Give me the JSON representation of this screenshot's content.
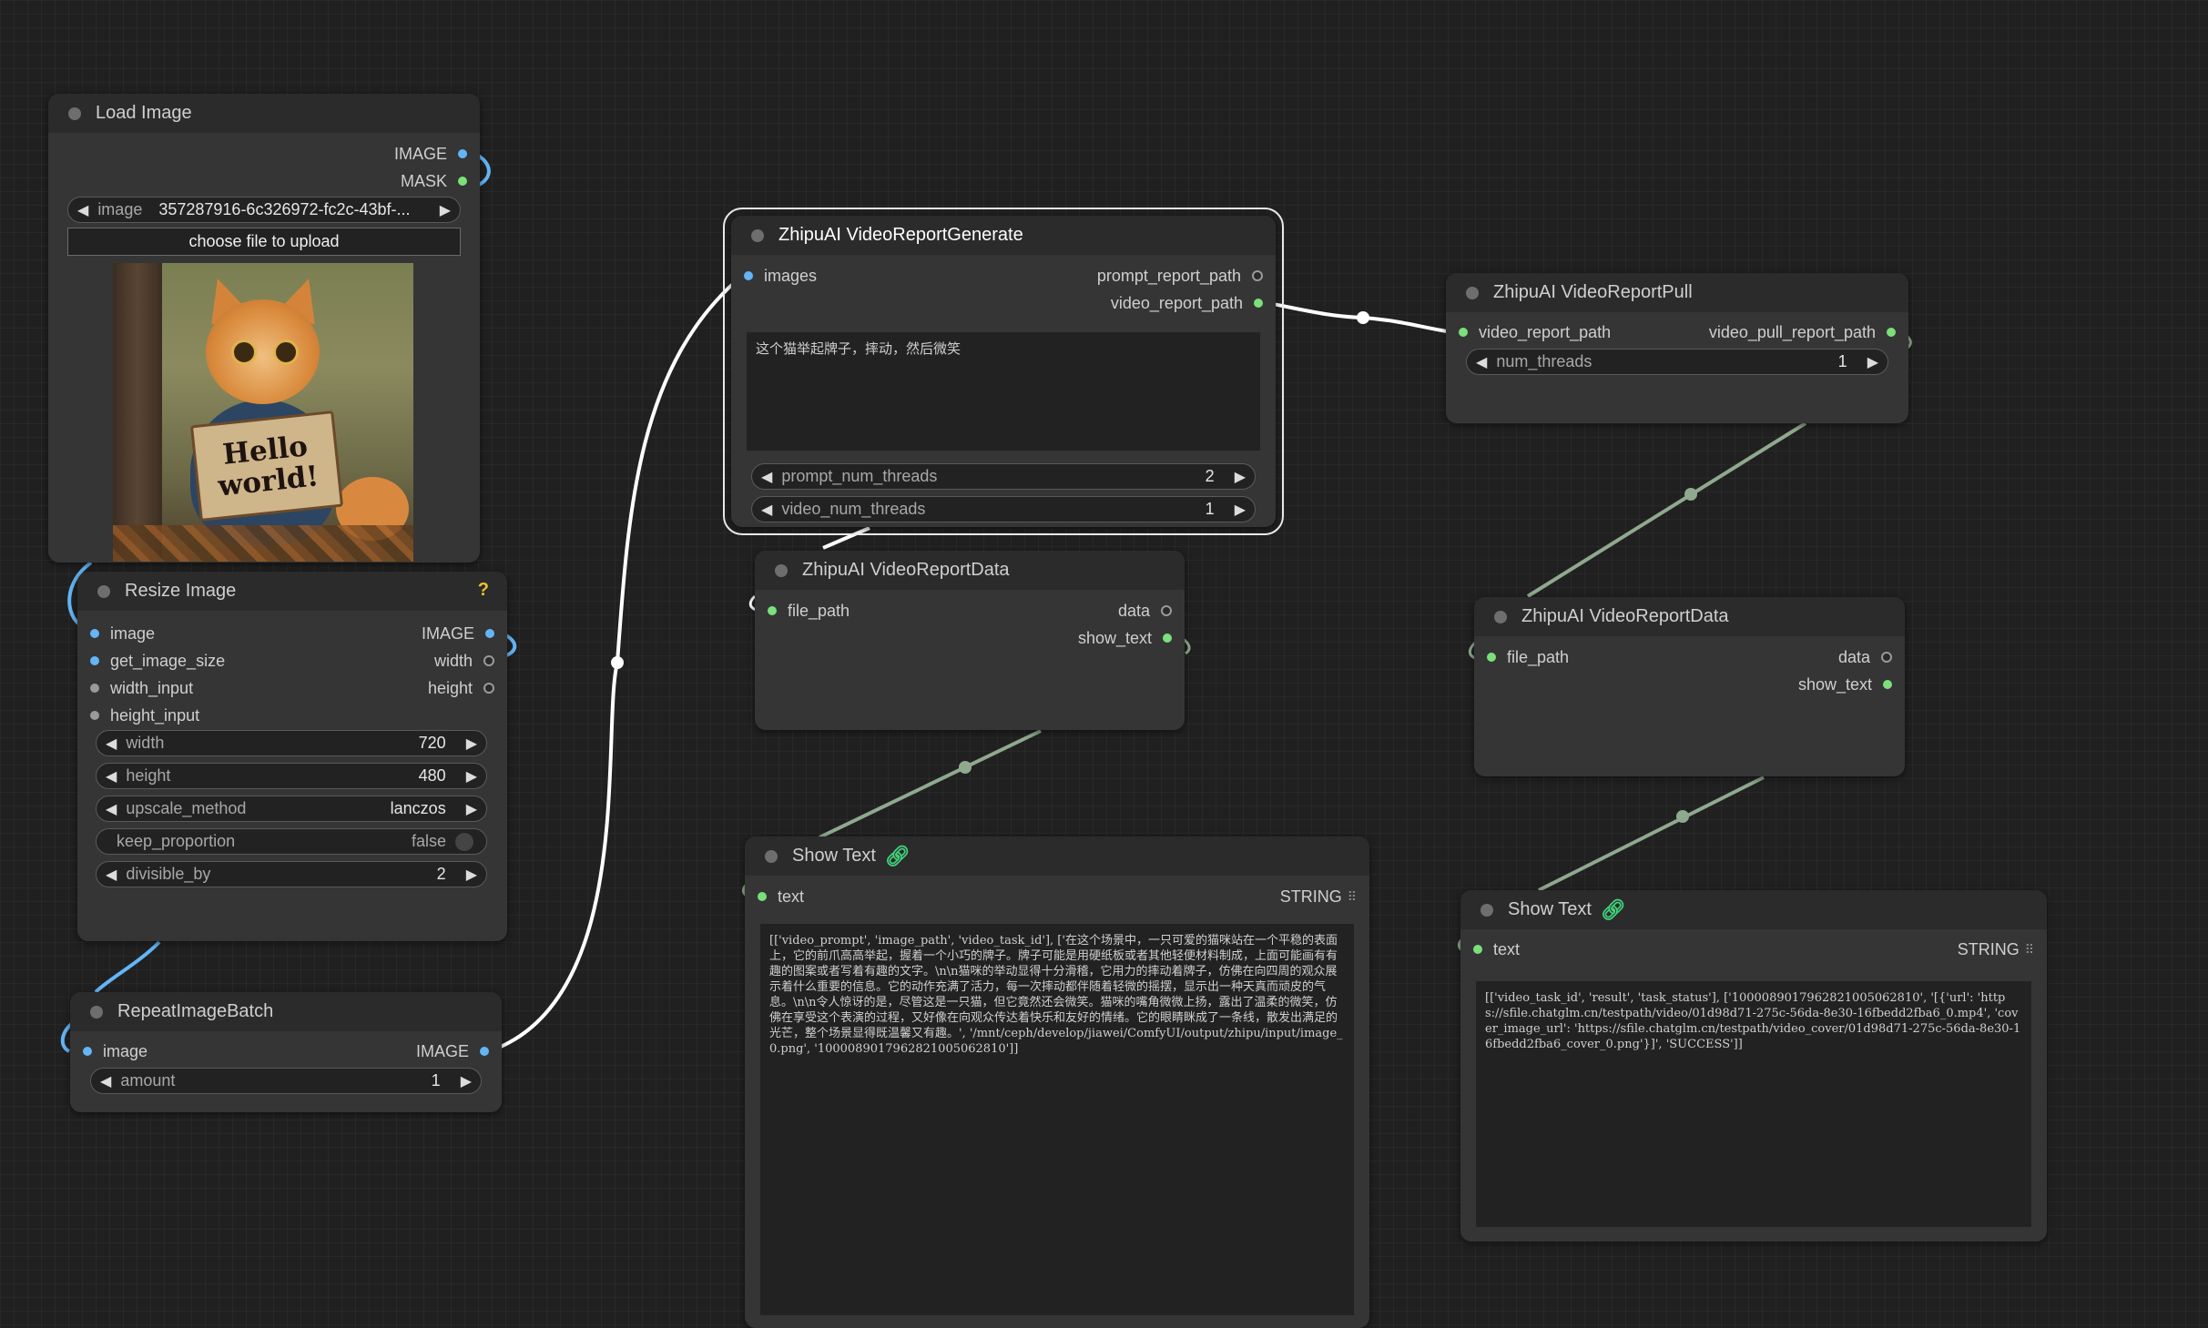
{
  "colors": {
    "wire_image": "#64b5f6",
    "wire_string": "#ffffff",
    "wire_data": "#8fa98f",
    "slot_green": "#7be07b",
    "slot_blue": "#64b5f6",
    "canvas_bg": "#202020"
  },
  "load_image": {
    "title": "Load Image",
    "out_image": "IMAGE",
    "out_mask": "MASK",
    "image_label": "image",
    "image_value": "357287916-6c326972-fc2c-43bf-...",
    "upload_label": "choose file to upload",
    "preview_text_line1": "Hello",
    "preview_text_line2": "world!"
  },
  "resize_image": {
    "title": "Resize Image",
    "help_badge": "?",
    "inputs": [
      "image",
      "get_image_size",
      "width_input",
      "height_input"
    ],
    "outputs": [
      "IMAGE",
      "width",
      "height"
    ],
    "widgets": [
      {
        "label": "width",
        "value": "720"
      },
      {
        "label": "height",
        "value": "480"
      },
      {
        "label": "upscale_method",
        "value": "lanczos"
      },
      {
        "label": "keep_proportion",
        "value": "false"
      },
      {
        "label": "divisible_by",
        "value": "2"
      }
    ]
  },
  "repeat_batch": {
    "title": "RepeatImageBatch",
    "in_image": "image",
    "out_image": "IMAGE",
    "amount_label": "amount",
    "amount_value": "1"
  },
  "report_generate": {
    "title": "ZhipuAI VideoReportGenerate",
    "in_images": "images",
    "out_prompt": "prompt_report_path",
    "out_video": "video_report_path",
    "prompt_text": "这个猫举起牌子，摔动，然后微笑",
    "w1_label": "prompt_num_threads",
    "w1_value": "2",
    "w2_label": "video_num_threads",
    "w2_value": "1"
  },
  "report_pull": {
    "title": "ZhipuAI VideoReportPull",
    "in_path": "video_report_path",
    "out_path": "video_pull_report_path",
    "w_label": "num_threads",
    "w_value": "1"
  },
  "report_data_1": {
    "title": "ZhipuAI VideoReportData",
    "in_path": "file_path",
    "out_data": "data",
    "out_show": "show_text"
  },
  "report_data_2": {
    "title": "ZhipuAI VideoReportData",
    "in_path": "file_path",
    "out_data": "data",
    "out_show": "show_text"
  },
  "show_text_1": {
    "title": "Show Text",
    "in_text": "text",
    "out_type": "STRING",
    "content": "[['video_prompt', 'image_path', 'video_task_id'], ['在这个场景中，一只可爱的猫咪站在一个平稳的表面上，它的前爪高高举起，握着一个小巧的牌子。牌子可能是用硬纸板或者其他轻便材料制成，上面可能画有有趣的图案或者写着有趣的文字。\\n\\n猫咪的举动显得十分滑稽，它用力的摔动着牌子，仿佛在向四周的观众展示着什么重要的信息。它的动作充满了活力，每一次摔动都伴随着轻微的摇摆，显示出一种天真而顽皮的气息。\\n\\n令人惊讶的是，尽管这是一只猫，但它竟然还会微笑。猫咪的嘴角微微上扬，露出了温柔的微笑，仿佛在享受这个表演的过程，又好像在向观众传达着快乐和友好的情绪。它的眼睛眯成了一条线，散发出满足的光芒，整个场景显得既温馨又有趣。', '/mnt/ceph/develop/jiawei/ComfyUI/output/zhipu/input/image_0.png', '1000089017962821005062810']]"
  },
  "show_text_2": {
    "title": "Show Text",
    "in_text": "text",
    "out_type": "STRING",
    "content": "[['video_task_id', 'result', 'task_status'], ['1000089017962821005062810', '[{'url': 'https://sfile.chatglm.cn/testpath/video/01d98d71-275c-56da-8e30-16fbedd2fba6_0.mp4', 'cover_image_url': 'https://sfile.chatglm.cn/testpath/video_cover/01d98d71-275c-56da-8e30-16fbedd2fba6_cover_0.png'}]', 'SUCCESS']]"
  }
}
